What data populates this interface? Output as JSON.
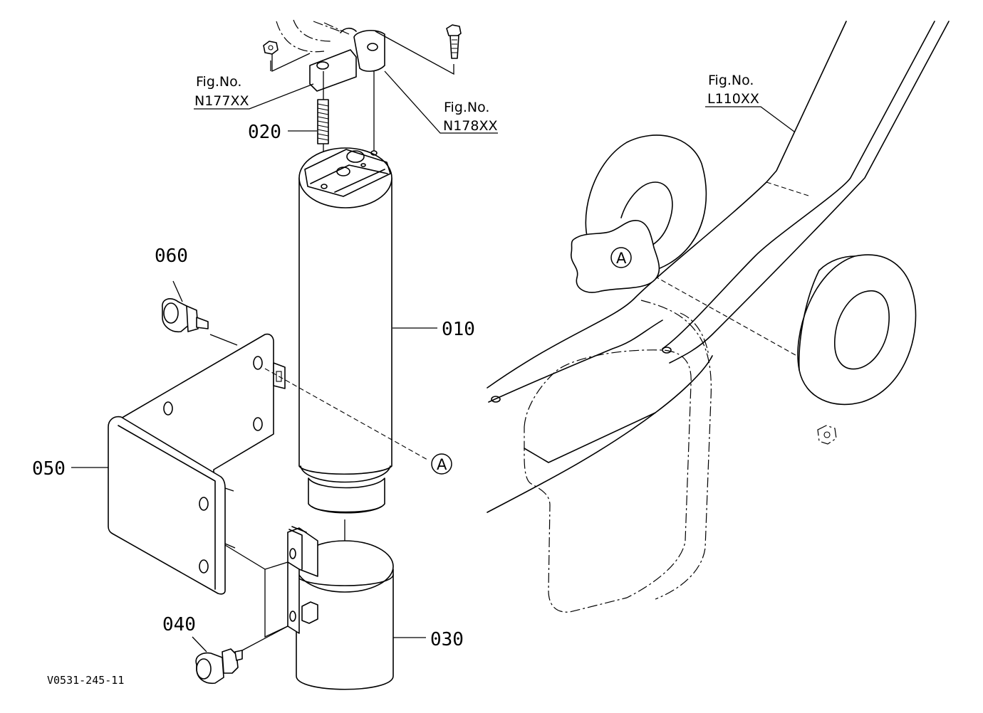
{
  "labels": {
    "p010": "010",
    "p020": "020",
    "p030": "030",
    "p040": "040",
    "p050": "050",
    "p060": "060"
  },
  "figure_refs": {
    "n177": {
      "title": "Fig.No.",
      "code": "N177XX"
    },
    "n178": {
      "title": "Fig.No.",
      "code": "N178XX"
    },
    "l110": {
      "title": "Fig.No.",
      "code": "L110XX"
    }
  },
  "reference_marks": {
    "left": "A",
    "right": "A"
  },
  "drawing_code": "V0531-245-11"
}
